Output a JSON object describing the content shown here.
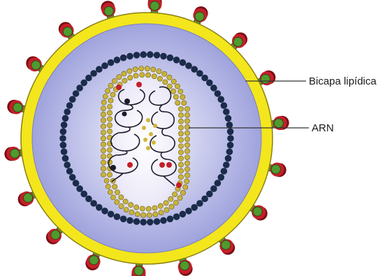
{
  "diagram": {
    "labels": {
      "lipid_bilayer": "Bicapa lipídica",
      "rna": "ARN"
    },
    "colors": {
      "background": "#ffffff",
      "envelope_yellow": "#f4e61c",
      "envelope_outline": "#8a7f10",
      "membrane_fill": "#9fa3dc",
      "membrane_inner": "#c6c8ec",
      "core_center": "#f6f5fb",
      "matrix_beads": "#1b2b4a",
      "capsid_beads": "#c9b43a",
      "capsid_bead_outline": "#6b5a10",
      "spike_green": "#4f9a2e",
      "spike_outline": "#1f4a12",
      "spike_cap_red": "#c41f2a",
      "spike_cap_shadow": "#7a0d12",
      "rna_strand": "#1a1a2a",
      "rna_dot_red": "#c41f2a",
      "rna_dot_dark": "#1a1a2a",
      "rna_dot_gold": "#d2b43a",
      "callout_line": "#333333"
    },
    "icons": {
      "spike": "glycoprotein-spike-icon",
      "rna": "rna-coil-icon"
    },
    "spike_count": 18
  }
}
